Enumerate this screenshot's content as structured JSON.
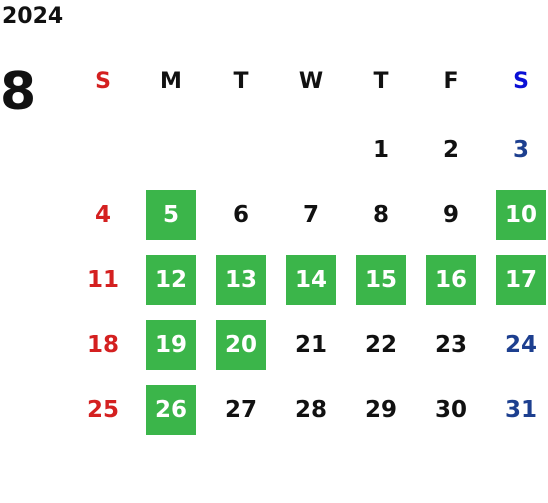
{
  "year": "2024",
  "month": "8",
  "weekdays": [
    "S",
    "M",
    "T",
    "W",
    "T",
    "F",
    "S"
  ],
  "weeks": [
    [
      "",
      "",
      "",
      "",
      "1",
      "2",
      "3"
    ],
    [
      "4",
      "5",
      "6",
      "7",
      "8",
      "9",
      "10"
    ],
    [
      "11",
      "12",
      "13",
      "14",
      "15",
      "16",
      "17"
    ],
    [
      "18",
      "19",
      "20",
      "21",
      "22",
      "23",
      "24"
    ],
    [
      "25",
      "26",
      "27",
      "28",
      "29",
      "30",
      "31"
    ]
  ],
  "highlighted_days": [
    "5",
    "10",
    "12",
    "13",
    "14",
    "15",
    "16",
    "17",
    "19",
    "20",
    "26"
  ],
  "colors": {
    "sunday": "#d42020",
    "saturday_header": "#0a0fd6",
    "saturday": "#1d3f8f",
    "highlight": "#3bb54a",
    "text": "#111111"
  }
}
